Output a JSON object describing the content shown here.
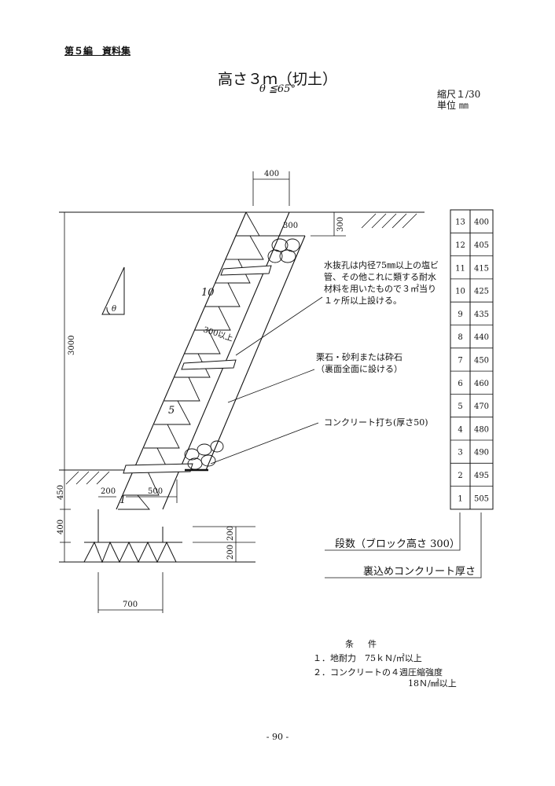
{
  "header": "第５編　資料集",
  "title": "高さ３ｍ（切土）",
  "subtitle": "θ ≦65°",
  "scale": {
    "ratio": "縮尺１/30",
    "unit": "単位 ㎜"
  },
  "notes": {
    "drain_line1": "水抜孔は内径75㎜以上の塩ビ",
    "drain_line2": "管、その他これに類する耐水",
    "drain_line3": "材料を用いたもので３㎡当り",
    "drain_line4": "１ヶ所以上設ける。",
    "gravel_line1": "栗石・砂利または砕石",
    "gravel_line2": "（裏面全面に設ける）",
    "concrete": "コンクリート打ち(厚さ50)",
    "steps_label": "段数（ブロック高さ 300）",
    "backfill_label": "裏込めコンクリート厚さ"
  },
  "dimensions": {
    "top_width": "400",
    "top_depth": "300",
    "drain_width": "300",
    "height": "3000",
    "h450": "450",
    "h400": "400",
    "w200": "200",
    "w500": "500",
    "w700": "700",
    "base_200a": "200",
    "base_200b": "200",
    "slope_300": "300以上",
    "angle": "θ"
  },
  "block_labels": [
    "1",
    "5",
    "10"
  ],
  "table": {
    "rows": [
      {
        "step": "13",
        "thickness": "400"
      },
      {
        "step": "12",
        "thickness": "405"
      },
      {
        "step": "11",
        "thickness": "415"
      },
      {
        "step": "10",
        "thickness": "425"
      },
      {
        "step": "9",
        "thickness": "435"
      },
      {
        "step": "8",
        "thickness": "440"
      },
      {
        "step": "7",
        "thickness": "450"
      },
      {
        "step": "6",
        "thickness": "460"
      },
      {
        "step": "5",
        "thickness": "470"
      },
      {
        "step": "4",
        "thickness": "480"
      },
      {
        "step": "3",
        "thickness": "490"
      },
      {
        "step": "2",
        "thickness": "495"
      },
      {
        "step": "1",
        "thickness": "505"
      }
    ]
  },
  "conditions": {
    "heading": "条件",
    "item1": "１．地耐力　75ｋＮ/㎡以上",
    "item2": "２．コンクリートの４週圧縮強度",
    "item2b": "18Ｎ/㎟以上"
  },
  "page_number": "- 90 -"
}
